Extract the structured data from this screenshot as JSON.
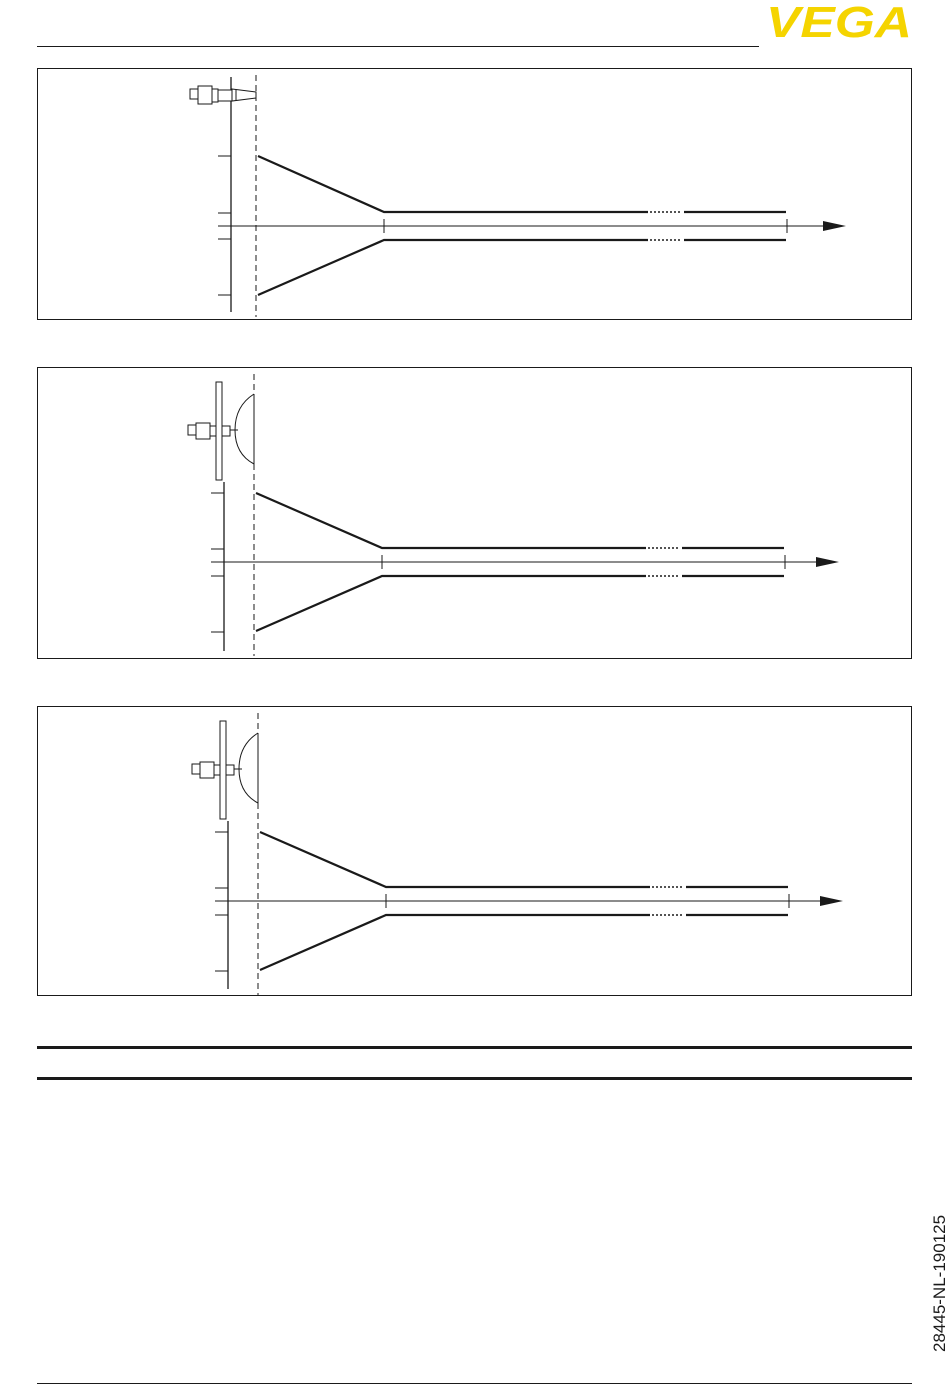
{
  "brand": {
    "logo_text": "VEGA",
    "logo_color": "#f5d400"
  },
  "document": {
    "number": "28445-NL-190125"
  },
  "figures": [
    {
      "antenna_type": "horn-antenna"
    },
    {
      "antenna_type": "parabolic-antenna"
    },
    {
      "antenna_type": "parabolic-antenna"
    }
  ],
  "colors": {
    "line": "#1a1a1a",
    "paper": "#ffffff"
  }
}
